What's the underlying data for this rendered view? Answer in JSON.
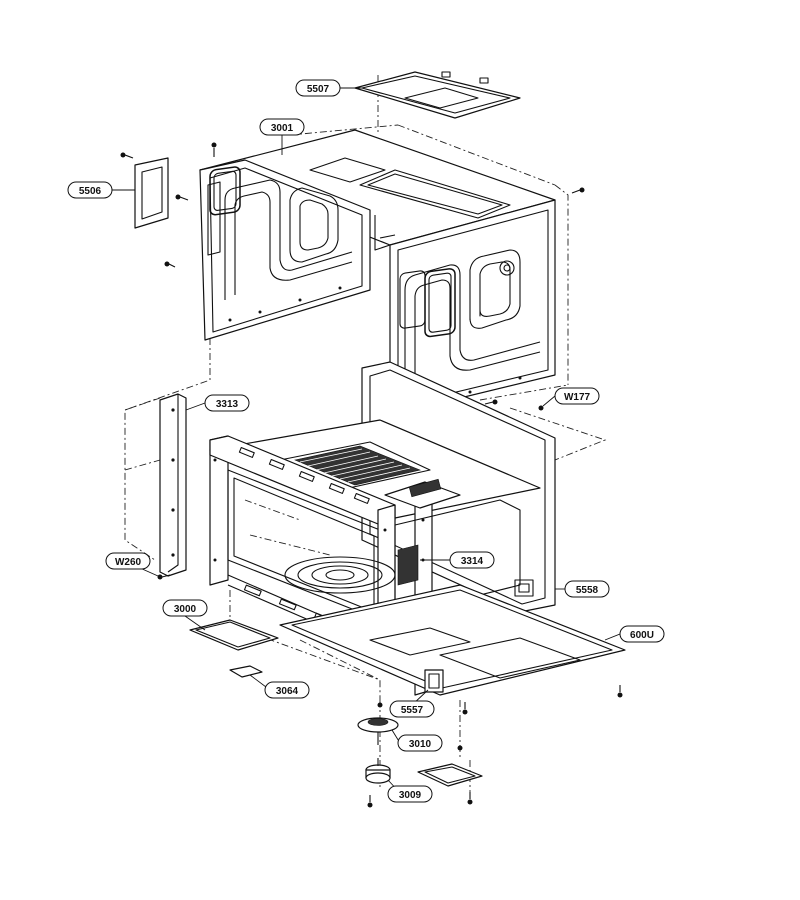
{
  "labels": {
    "p5507": "5507",
    "p3001": "3001",
    "p5506": "5506",
    "p3313": "3313",
    "pW177": "W177",
    "pW260": "W260",
    "p3314": "3314",
    "p5558": "5558",
    "p3000": "3000",
    "p600U": "600U",
    "p3064": "3064",
    "p5557": "5557",
    "p3010": "3010",
    "p3009": "3009"
  }
}
